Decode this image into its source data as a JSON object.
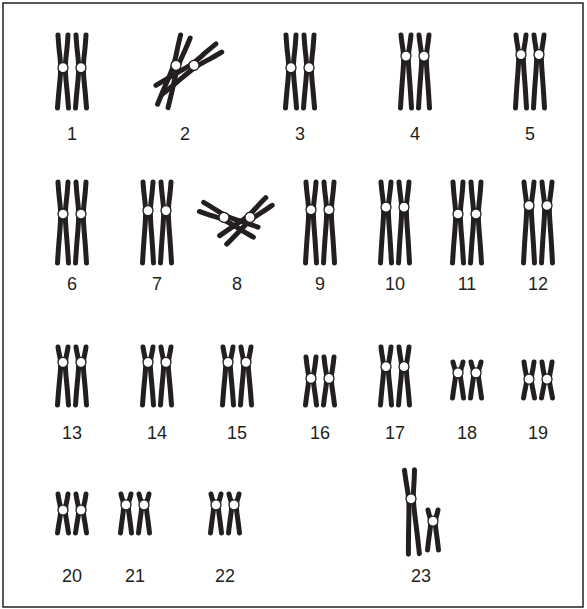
{
  "diagram": {
    "labels": [
      "1",
      "2",
      "3",
      "4",
      "5",
      "6",
      "7",
      "8",
      "9",
      "10",
      "11",
      "12",
      "13",
      "14",
      "15",
      "16",
      "17",
      "18",
      "19",
      "20",
      "21",
      "22",
      "23"
    ]
  }
}
